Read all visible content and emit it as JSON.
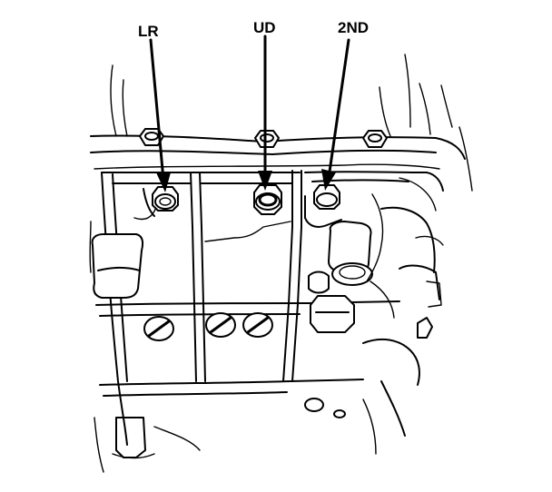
{
  "labels": {
    "lr": "LR",
    "ud": "UD",
    "second": "2ND"
  }
}
